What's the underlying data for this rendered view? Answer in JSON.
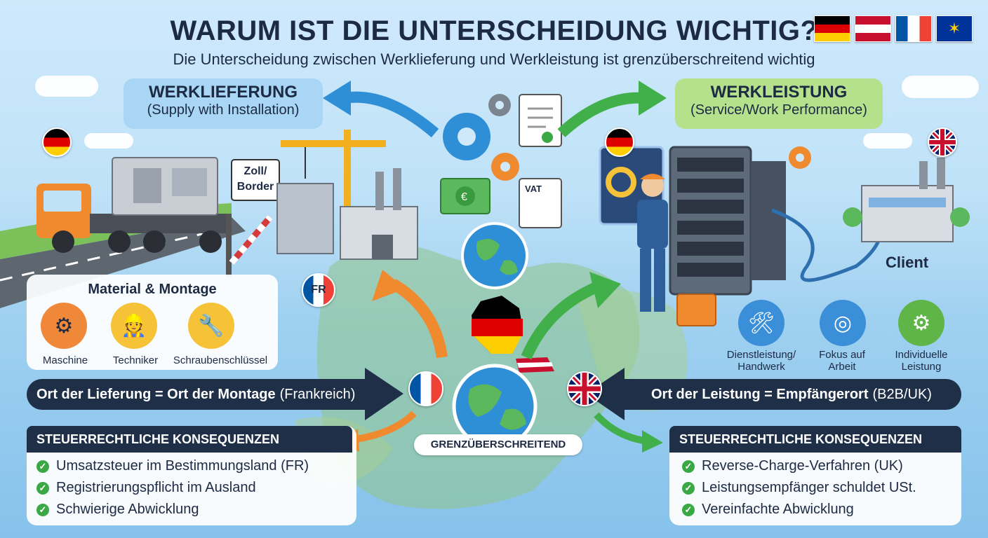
{
  "title": "WARUM IST DIE UNTERSCHEIDUNG WICHTIG?",
  "subtitle": "Die Unterscheidung zwischen Werklieferung und Werkleistung ist grenzüberschreitend wichtig",
  "flags": [
    "germany-flag-icon",
    "austria-flag-icon",
    "france-flag-icon",
    "eu-flag-icon"
  ],
  "left": {
    "heading": "WERKLIEFERUNG",
    "subheading": "(Supply with Installation)",
    "border_sign": "Zoll/\nBorder",
    "panel_title": "Material & Montage",
    "icons": [
      {
        "label": "Maschine",
        "icon": "sewing-machine-icon",
        "color": "#f0883a"
      },
      {
        "label": "Techniker",
        "icon": "technician-icon",
        "color": "#f5c238"
      },
      {
        "label": "Schraubenschlüssel",
        "icon": "wrench-icon",
        "color": "#f5c238"
      }
    ],
    "place_label": "Ort der Lieferung = Ort der Montage",
    "place_note": "(Frankreich)",
    "consequences_title": "STEUERRECHTLICHE KONSEQUENZEN",
    "consequences": [
      "Umsatzsteuer im Bestimmungsland (FR)",
      "Registrierungspflicht im Ausland",
      "Schwierige Abwicklung"
    ],
    "fr_badge": "FR"
  },
  "right": {
    "heading": "WERKLEISTUNG",
    "subheading": "(Service/Work Performance)",
    "client_label": "Client",
    "icons": [
      {
        "label": "Dienstleistung/\nHandwerk",
        "icon": "tools-icon",
        "color": "#3a8fd8"
      },
      {
        "label": "Fokus auf\nArbeit",
        "icon": "target-icon",
        "color": "#3a8fd8"
      },
      {
        "label": "Individuelle\nLeistung",
        "icon": "gear-pencil-icon",
        "color": "#5fb548"
      }
    ],
    "place_label": "Ort der Leistung = Empfängerort",
    "place_note": "(B2B/UK)",
    "consequences_title": "STEUERRECHTLICHE KONSEQUENZEN",
    "consequences": [
      "Reverse-Charge-Verfahren (UK)",
      "Leistungsempfänger schuldet USt.",
      "Vereinfachte Abwicklung"
    ]
  },
  "center": {
    "vat_label": "VAT",
    "grenz_label": "GRENZÜBERSCHREITEND"
  },
  "colors": {
    "navy": "#1e2f47",
    "left_box": "#a9d6f5",
    "right_box": "#b5e08c",
    "arrow_blue": "#2e8fd6",
    "arrow_green": "#42b04a",
    "arrow_orange": "#f08a2e"
  }
}
